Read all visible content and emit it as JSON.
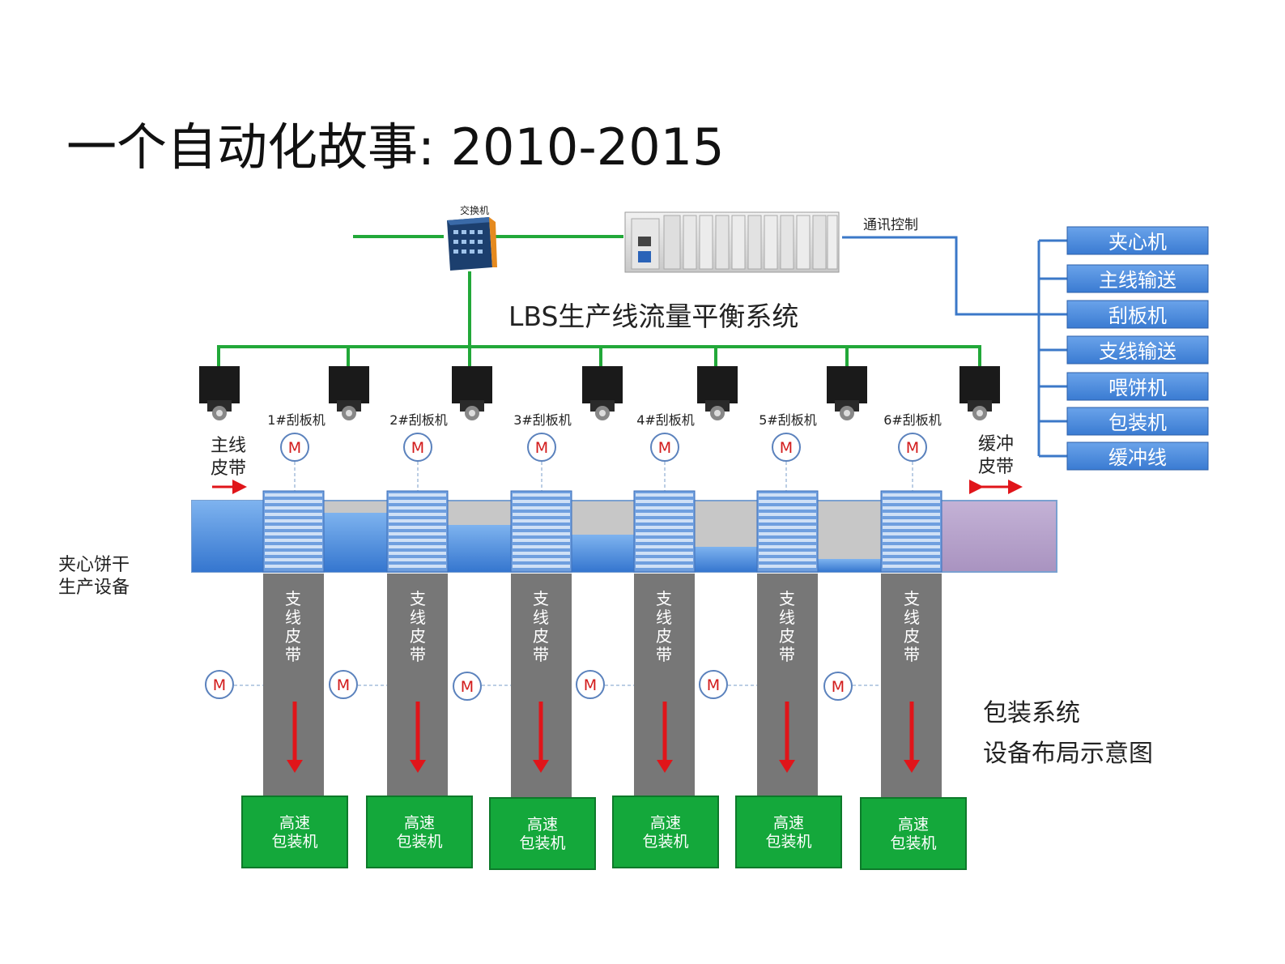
{
  "title": "一个自动化故事: 2010-2015",
  "switch_label": "交换机",
  "comm_label": "通讯控制",
  "system_title": "LBS生产线流量平衡系统",
  "control_items": [
    "夹心机",
    "主线输送",
    "刮板机",
    "支线输送",
    "喂饼机",
    "包装机",
    "缓冲线"
  ],
  "scrapers": [
    "1#刮板机",
    "2#刮板机",
    "3#刮板机",
    "4#刮板机",
    "5#刮板机",
    "6#刮板机"
  ],
  "motor_symbol": "M",
  "main_belt": [
    "主线",
    "皮带"
  ],
  "buffer_belt": [
    "缓冲",
    "皮带"
  ],
  "sandwich_equipment": [
    "夹心饼干",
    "生产设备"
  ],
  "branch_belt_chars": [
    "支",
    "线",
    "皮",
    "带"
  ],
  "packer_label": [
    "高速",
    "包装机"
  ],
  "packaging_caption": [
    "包装系统",
    "设备布局示意图"
  ],
  "colors": {
    "network_green": "#22a839",
    "control_blue": "#3b78c8",
    "item_box_blue": "#4f8fdc",
    "belt_gray": "#777777",
    "packer_green": "#14a83b",
    "arrow_red": "#e0151a",
    "buffer_purple": "#b6a1c8"
  },
  "icons": {
    "switch": "network-switch-icon",
    "plc": "plc-rack-icon",
    "camera": "camera-icon",
    "motor": "motor-icon",
    "arrow": "red-arrow-icon"
  }
}
